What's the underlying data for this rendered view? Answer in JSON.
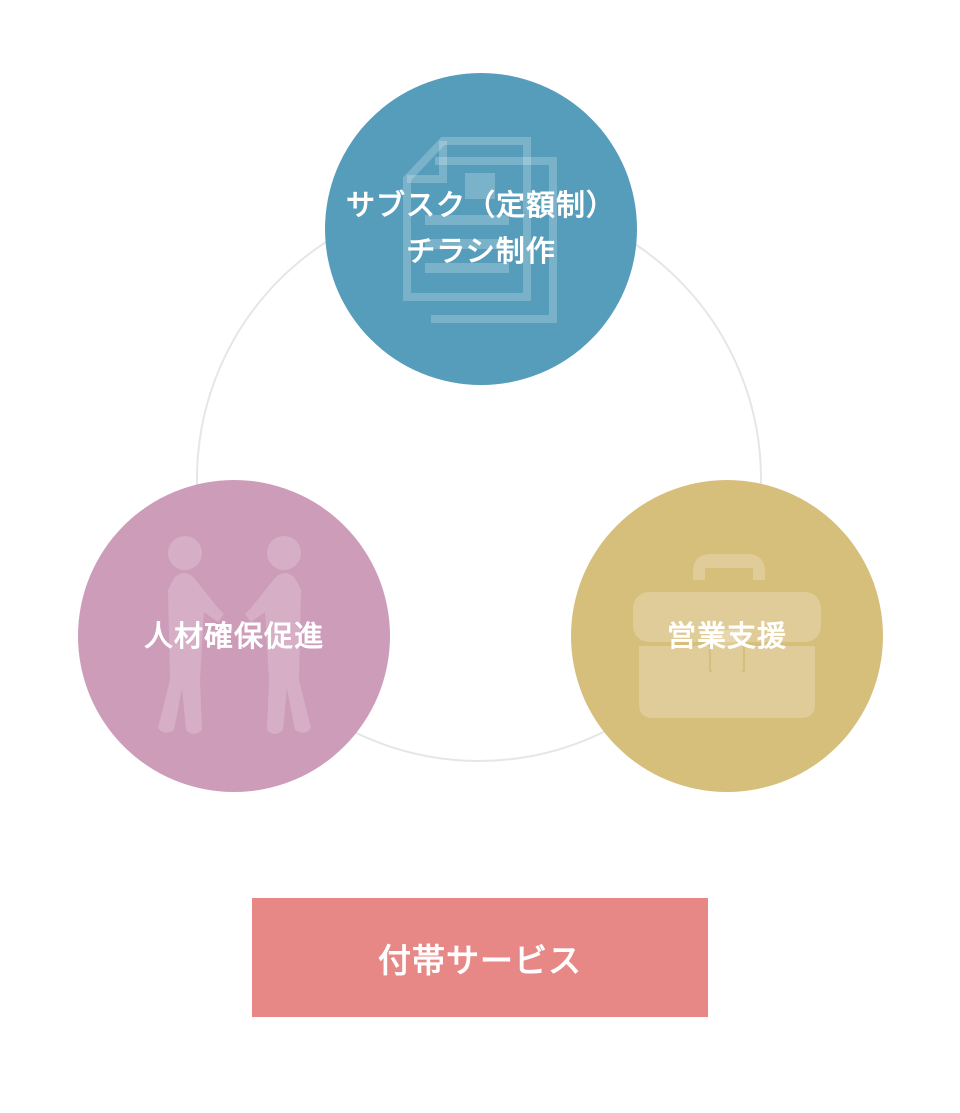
{
  "diagram": {
    "services": [
      {
        "id": "flyer",
        "lines": [
          "サブスク（定額制）",
          "チラシ制作"
        ],
        "color": "#559dbb",
        "icon": "document-stack-icon"
      },
      {
        "id": "recruit",
        "lines": [
          "人材確保促進"
        ],
        "color": "#cc9cb9",
        "icon": "handshake-people-icon"
      },
      {
        "id": "sales",
        "lines": [
          "営業支援"
        ],
        "color": "#d6be7b",
        "icon": "briefcase-icon"
      }
    ],
    "banner": {
      "label": "付帯サービス",
      "color": "#e78886"
    },
    "ring_color": "#e6e6e6"
  }
}
